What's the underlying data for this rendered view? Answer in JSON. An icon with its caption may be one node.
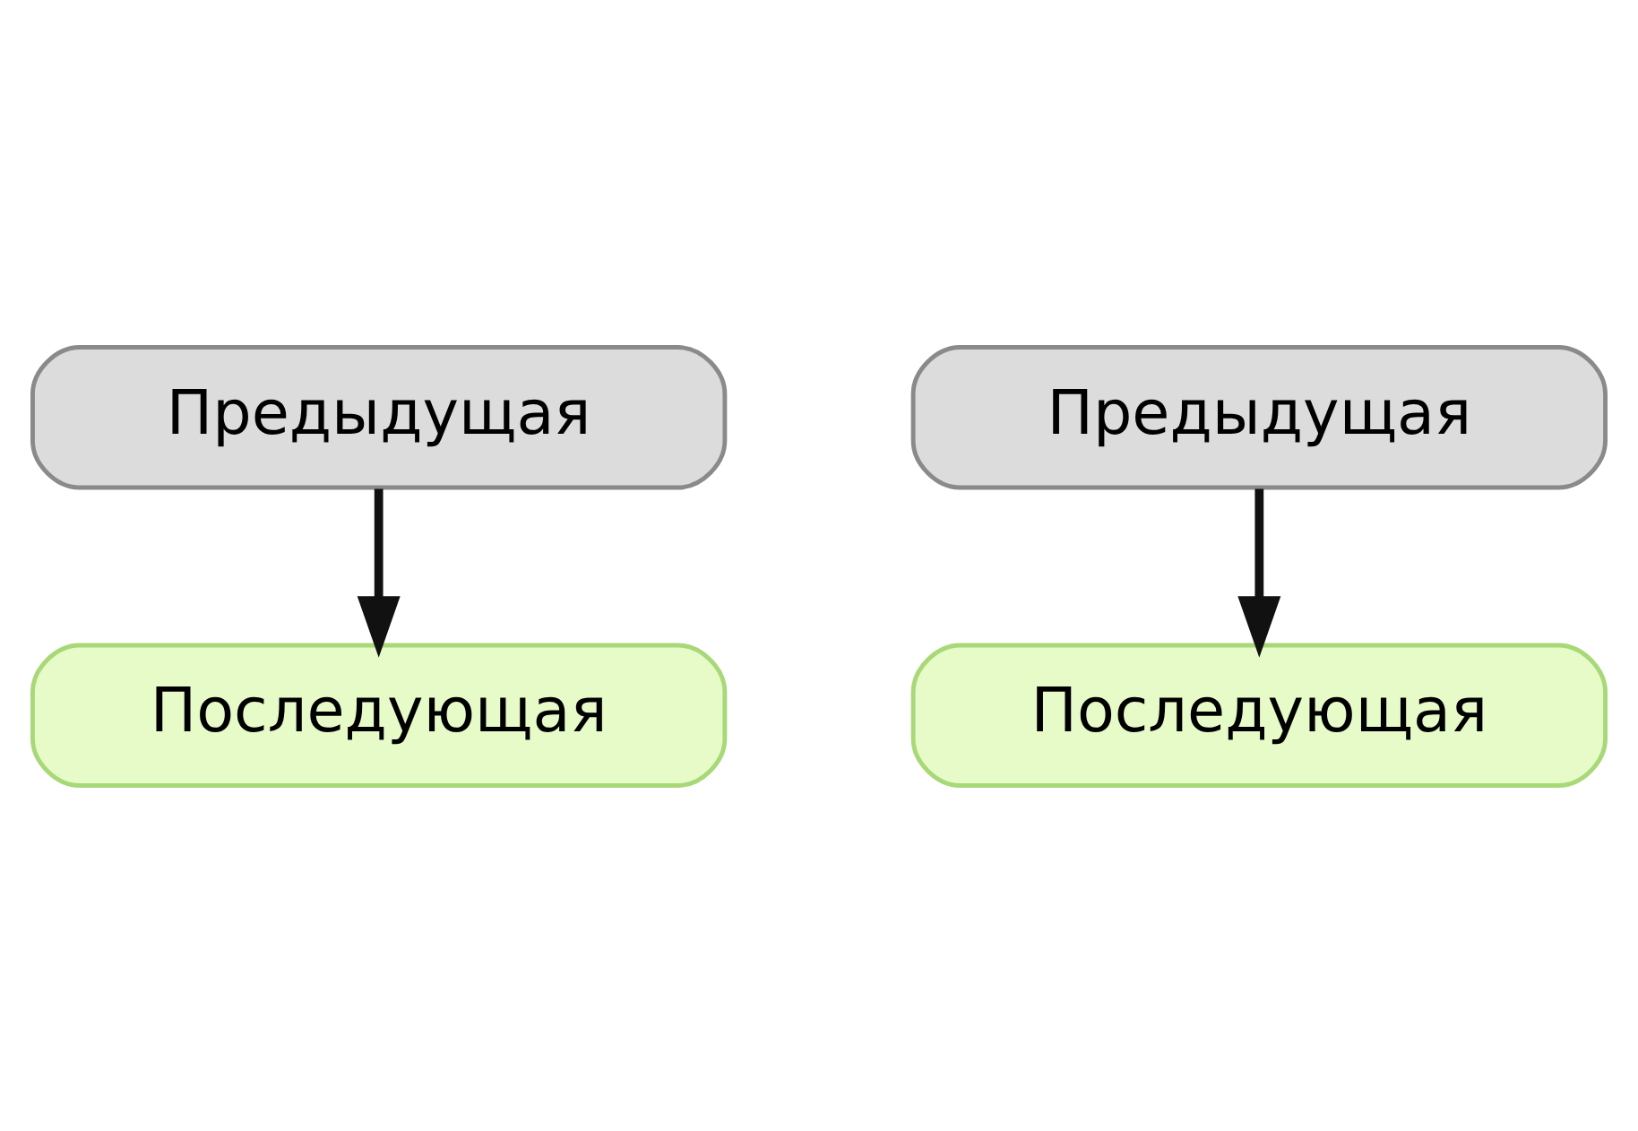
{
  "diagram": {
    "nodes": [
      {
        "text": [
          "Предыдущая"
        ]
      },
      {
        "text": [
          "Последующая"
        ]
      },
      {
        "text": [
          "Предыдущая"
        ]
      },
      {
        "text": [
          "Последующая"
        ]
      }
    ],
    "edges": [
      {
        "from": 0,
        "to": 1,
        "arrow": "to"
      },
      {
        "from": 2,
        "to": 3,
        "arrow": "to"
      }
    ]
  }
}
